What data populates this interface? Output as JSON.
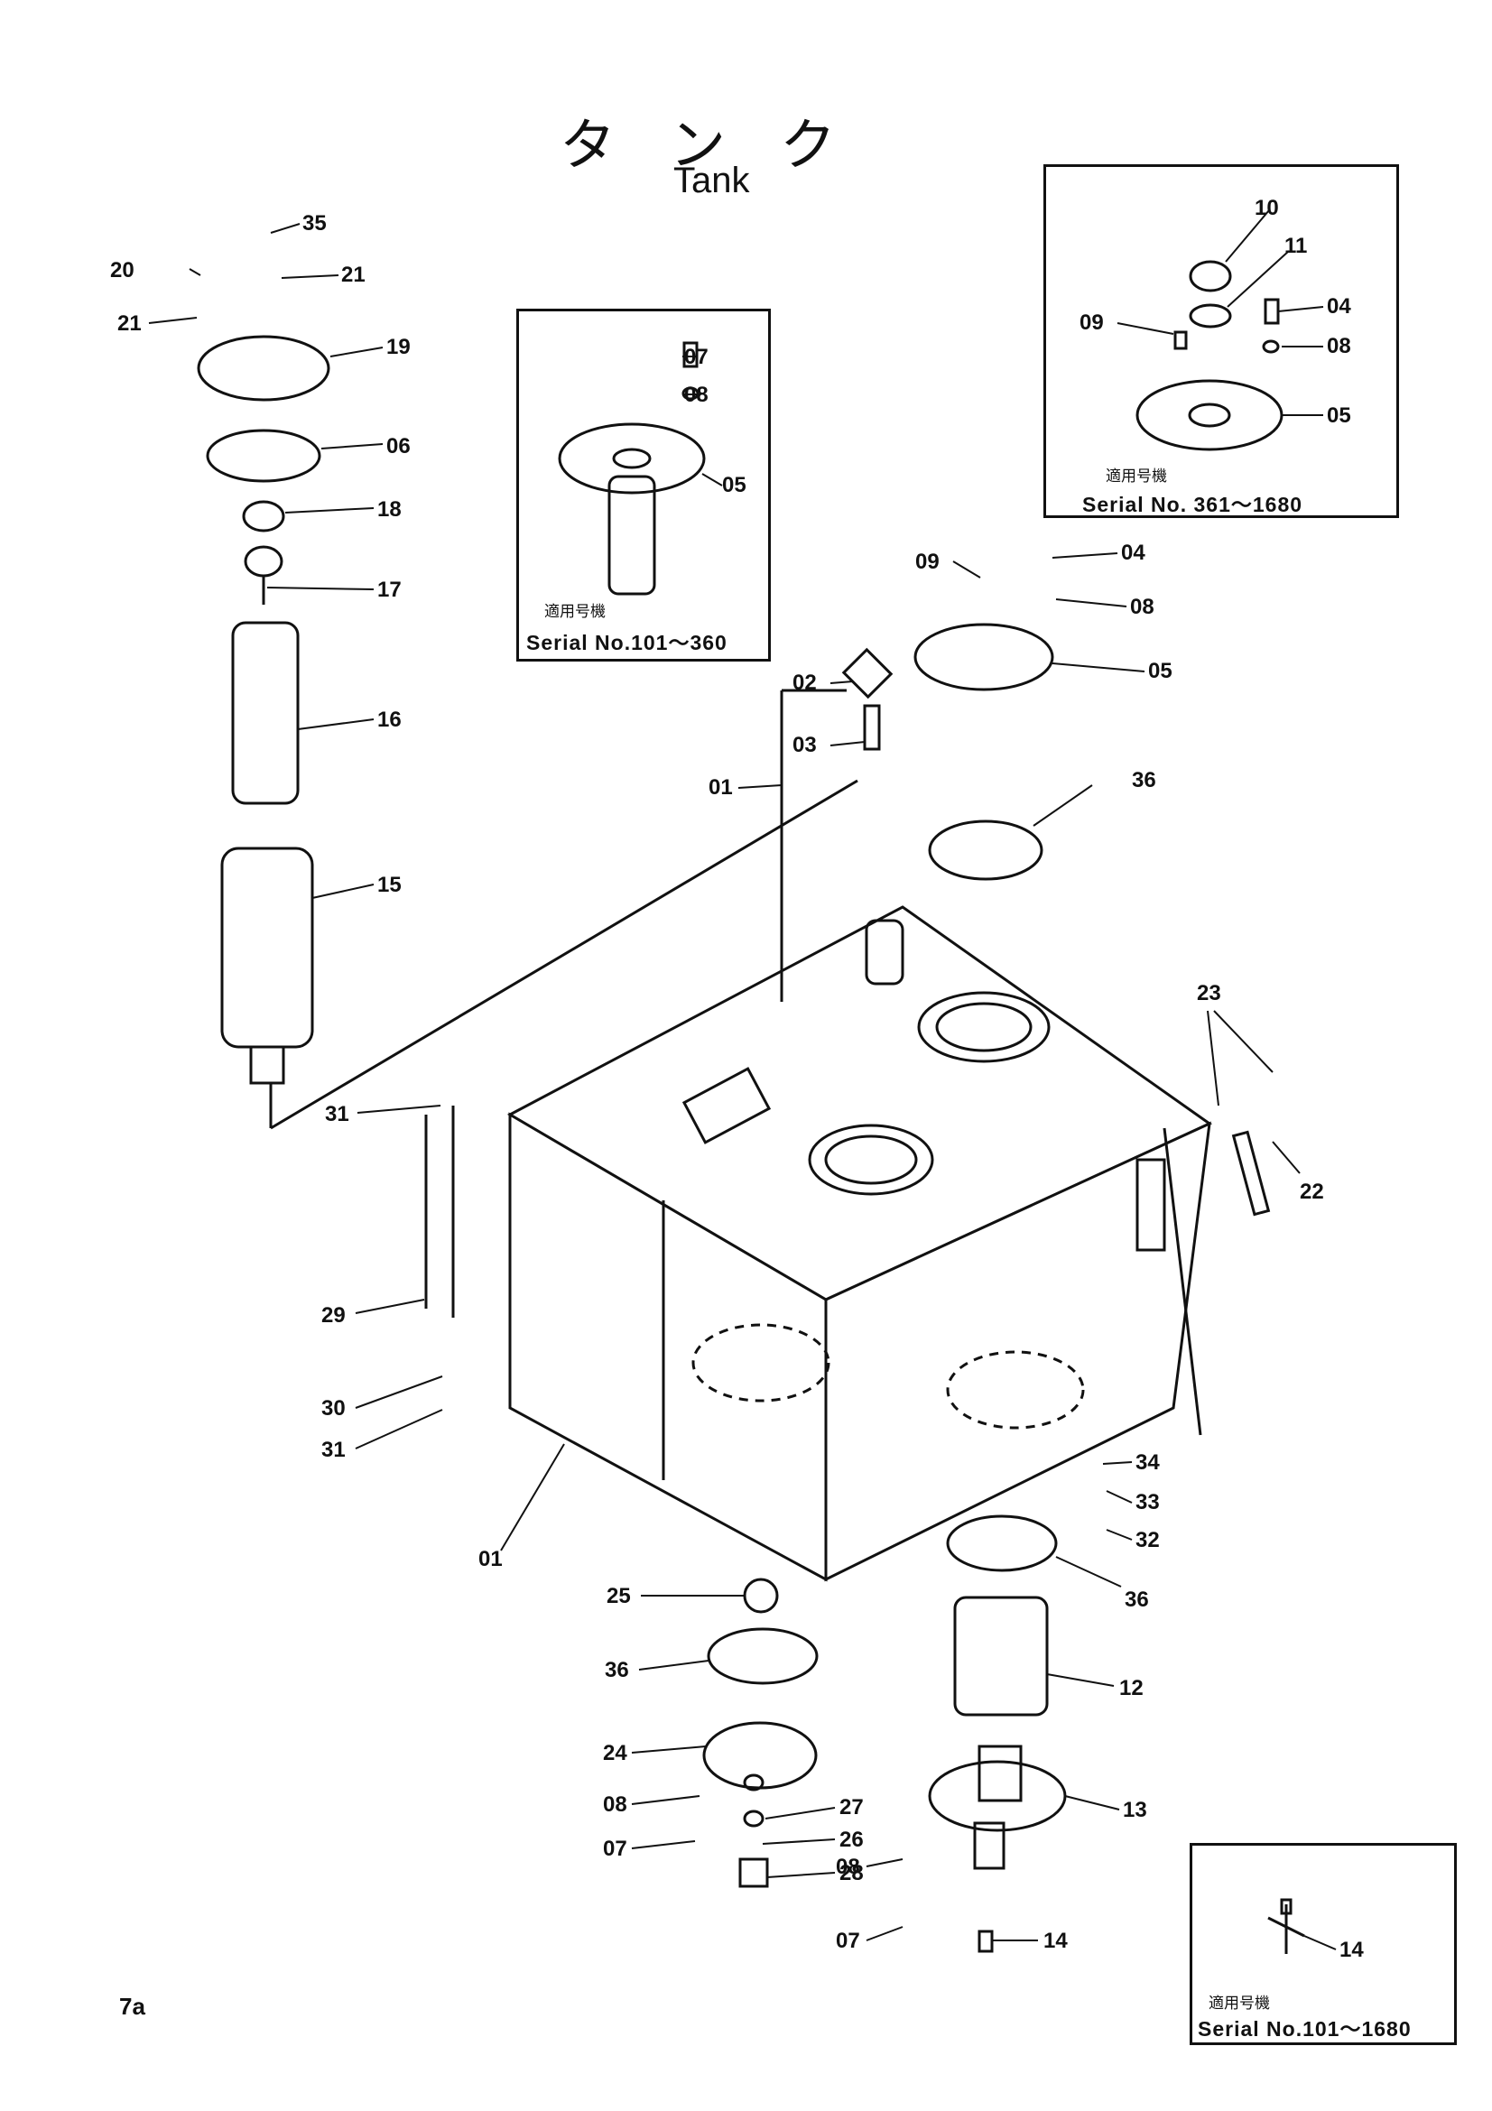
{
  "title": {
    "jp": "タンク",
    "en": "Tank"
  },
  "page_number": "7a",
  "insets": {
    "a": {
      "applies_label": "適用号機",
      "serial": "Serial No.101～360"
    },
    "b": {
      "applies_label": "適用号機",
      "serial": "Serial No. 361～1680"
    },
    "c": {
      "applies_label": "適用号機",
      "serial": "Serial No.101～1680"
    }
  },
  "callouts": [
    "35",
    "20",
    "21",
    "21",
    "19",
    "06",
    "18",
    "17",
    "16",
    "15",
    "31",
    "29",
    "30",
    "31",
    "01",
    "07",
    "08",
    "05",
    "10",
    "11",
    "09",
    "04",
    "08",
    "05",
    "09",
    "04",
    "08",
    "05",
    "02",
    "03",
    "01",
    "36",
    "23",
    "22",
    "34",
    "33",
    "32",
    "36",
    "25",
    "36",
    "12",
    "24",
    "27",
    "08",
    "26",
    "07",
    "28",
    "13",
    "08",
    "07",
    "14",
    "14"
  ]
}
